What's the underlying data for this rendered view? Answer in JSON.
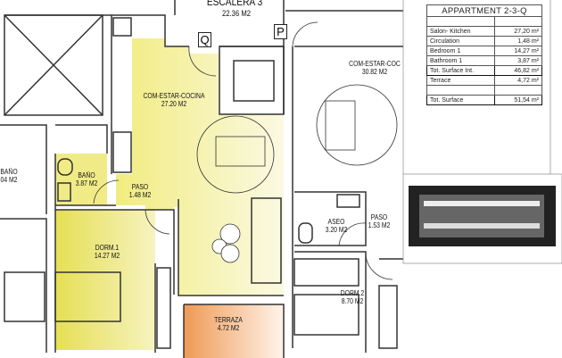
{
  "rooms": {
    "escalera": {
      "name": "ESCALERA 3",
      "area": "22.36 M2"
    },
    "com_estar_cocina": {
      "name": "COM-ESTAR-COCINA",
      "area": "27.20 M2"
    },
    "com_estar_coc_right": {
      "name": "COM-ESTAR-COC",
      "area": "30.82 M2"
    },
    "bano": {
      "name": "BAÑO",
      "area": "3.87 M2"
    },
    "bano_left": {
      "name": "BAÑO",
      "area": "04 M2"
    },
    "paso": {
      "name": "PASO",
      "area": "1.48 M2"
    },
    "aseo": {
      "name": "ASEO",
      "area": "3.20 M2"
    },
    "paso_right": {
      "name": "PASO",
      "area": "1.53 M2"
    },
    "dorm1": {
      "name": "DORM.1",
      "area": "14.27 M2"
    },
    "dorm2": {
      "name": "DORM.2",
      "area": "8.70 M2"
    },
    "terraza": {
      "name": "TERRAZA",
      "area": "4.72 M2"
    }
  },
  "markers": {
    "q": "Q",
    "p": "P"
  },
  "area_table": {
    "title": "APPARTMENT 2-3-Q",
    "rows": [
      {
        "label": "Salon- Kitchen",
        "value": "27,20 m²"
      },
      {
        "label": "Circulation",
        "value": "1,48 m²"
      },
      {
        "label": "Bedroom 1",
        "value": "14,27 m²"
      },
      {
        "label": "Bathroom 1",
        "value": "3,87 m²"
      },
      {
        "label": "Tot. Surface Int.",
        "value": "46,82 m²"
      },
      {
        "label": "Terrace",
        "value": "4,72 m²"
      },
      {
        "label": "Tot. Surface",
        "value": "51,54 m²"
      }
    ]
  },
  "colors": {
    "living": "#f3f09a",
    "bedroom": "#e8e36a",
    "terrace": "#f0a060",
    "walls": "#333333"
  }
}
